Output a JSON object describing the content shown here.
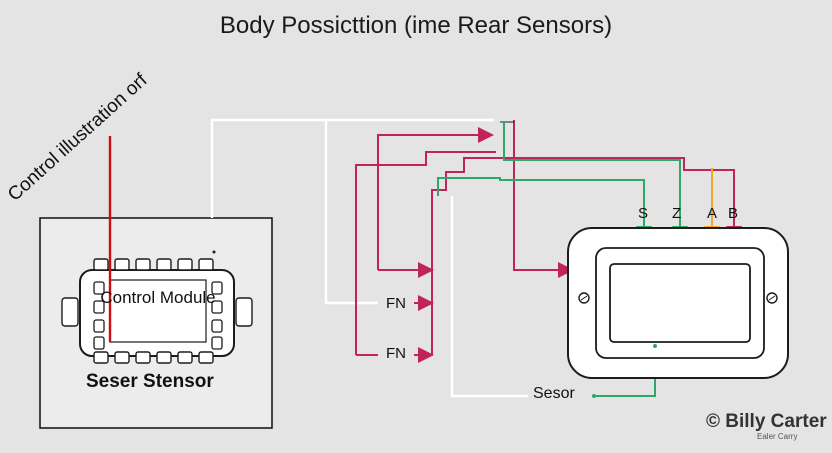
{
  "title": "Body Possicttion (ime Rear Sensors)",
  "side_note": "Control illustration orf",
  "control_module": {
    "label": "Control Module",
    "caption": "Seser Stensor"
  },
  "display_unit": {
    "pins": [
      "S",
      "Z",
      "A",
      "B"
    ]
  },
  "ports": [
    "FN",
    "FN"
  ],
  "sensor_tag": "Sesor",
  "credit": {
    "name": "© Billy Carter",
    "sub": "Ealer Carry"
  },
  "colors": {
    "background": "#e4e4e4",
    "wire_white": "#ffffff",
    "wire_red": "#cc1010",
    "wire_crimson": "#c0245a",
    "wire_green": "#2ea86a",
    "wire_orange": "#f5a623",
    "outline": "#1c1c1c"
  }
}
